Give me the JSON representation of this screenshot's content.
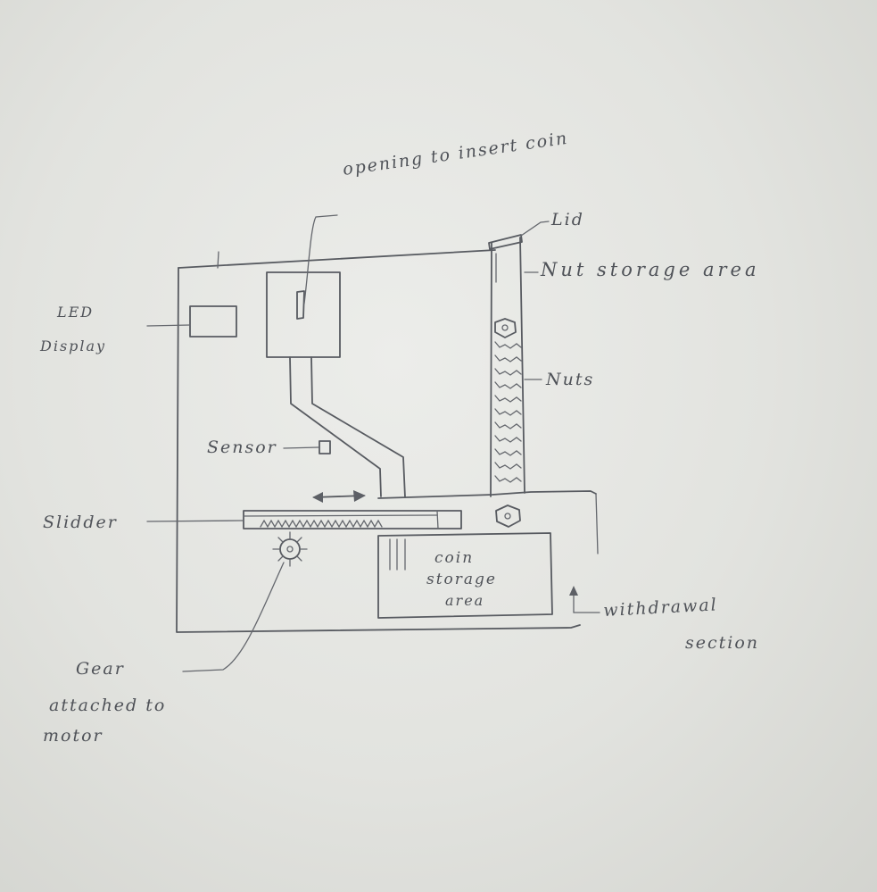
{
  "labels": {
    "opening": "opening to insert coin",
    "lid": "Lid",
    "nut_storage": "Nut storage area",
    "nuts": "Nuts",
    "led_display_line1": "LED",
    "led_display_line2": "Display",
    "sensor": "Sensor",
    "slidder": "Slidder",
    "coin_storage_line1": "coin",
    "coin_storage_line2": "storage",
    "coin_storage_line3": "area",
    "withdrawal_line1": "withdrawal",
    "withdrawal_line2": "section",
    "gear_line1": "Gear",
    "gear_line2": "attached to",
    "gear_line3": "motor"
  },
  "colors": {
    "paper": "#e4e5e1",
    "ink": "#585b61"
  }
}
